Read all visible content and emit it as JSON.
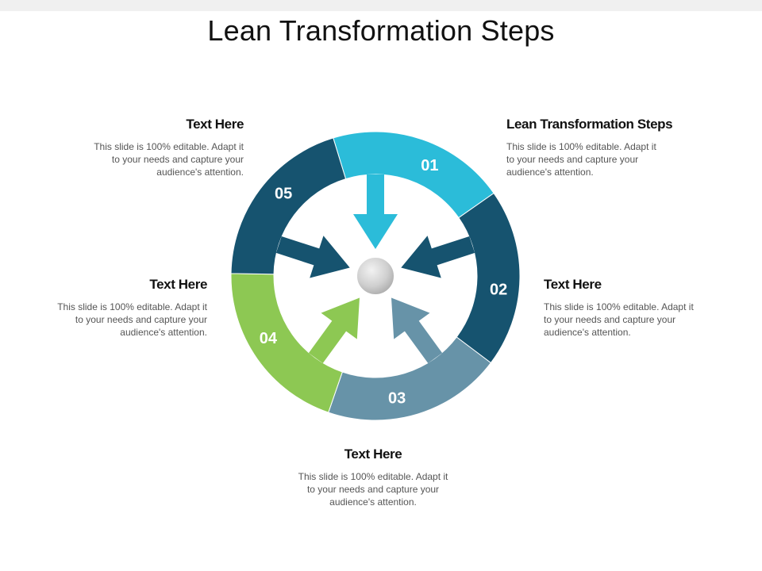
{
  "title": "Lean Transformation Steps",
  "colors": {
    "step01": "#2bbcd9",
    "step02": "#16536f",
    "step03": "#6793a8",
    "step04": "#8dc853",
    "step05": "#16536f",
    "hub": "#c8c8c8"
  },
  "steps": [
    {
      "number": "01",
      "heading": "Lean Transformation Steps",
      "body": "This slide is 100% editable. Adapt it to your needs and capture your audience's attention."
    },
    {
      "number": "02",
      "heading": "Text Here",
      "body": "This slide is 100% editable. Adapt it to your needs and capture your audience's attention."
    },
    {
      "number": "03",
      "heading": "Text Here",
      "body": "This slide is 100% editable. Adapt it to your needs and capture your audience's attention."
    },
    {
      "number": "04",
      "heading": "Text Here",
      "body": "This slide is 100% editable. Adapt it to your needs and capture your audience's attention."
    },
    {
      "number": "05",
      "heading": "Text Here",
      "body": "This slide is 100% editable. Adapt it to your needs and capture your audience's attention."
    }
  ]
}
